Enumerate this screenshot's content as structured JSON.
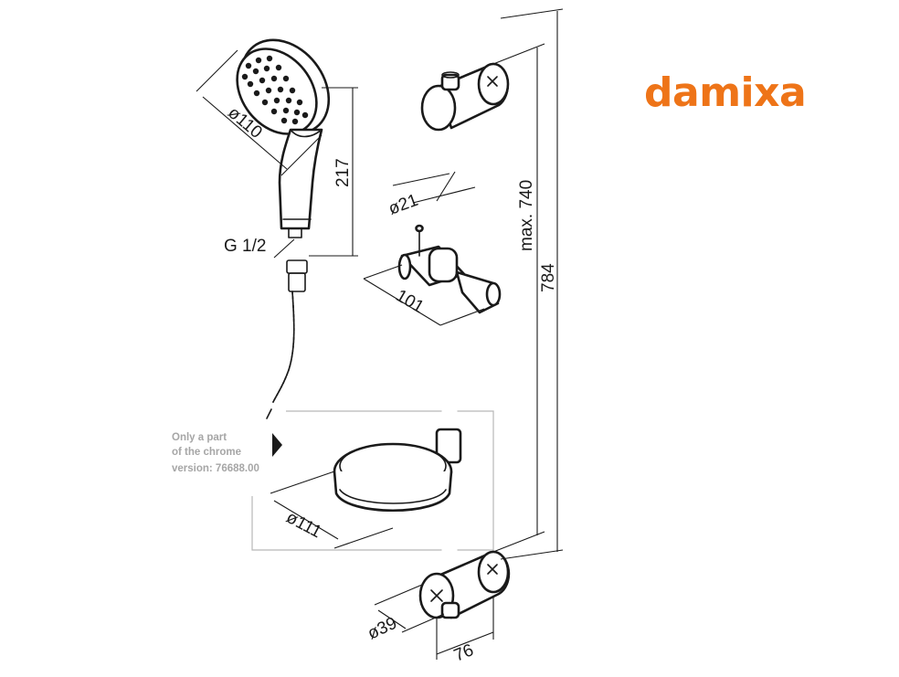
{
  "brand": {
    "name": "damixa",
    "color": "#ee7418"
  },
  "dimensions": {
    "head_diameter": "ø110",
    "handle_length": "217",
    "thread": "G 1/2",
    "rail_diameter": "ø21",
    "holder_width": "101",
    "max_length": "max. 740",
    "total_length": "784",
    "soap_dish_diameter": "ø111",
    "bracket_diameter": "ø39",
    "bracket_depth": "76"
  },
  "note": {
    "line1": "Only a part",
    "line2": "of the chrome",
    "line3": "version: 76688.00"
  },
  "colors": {
    "line": "#1a1a1a",
    "note_grey": "#a6a6a6",
    "frame_grey": "#b8b8b8"
  }
}
